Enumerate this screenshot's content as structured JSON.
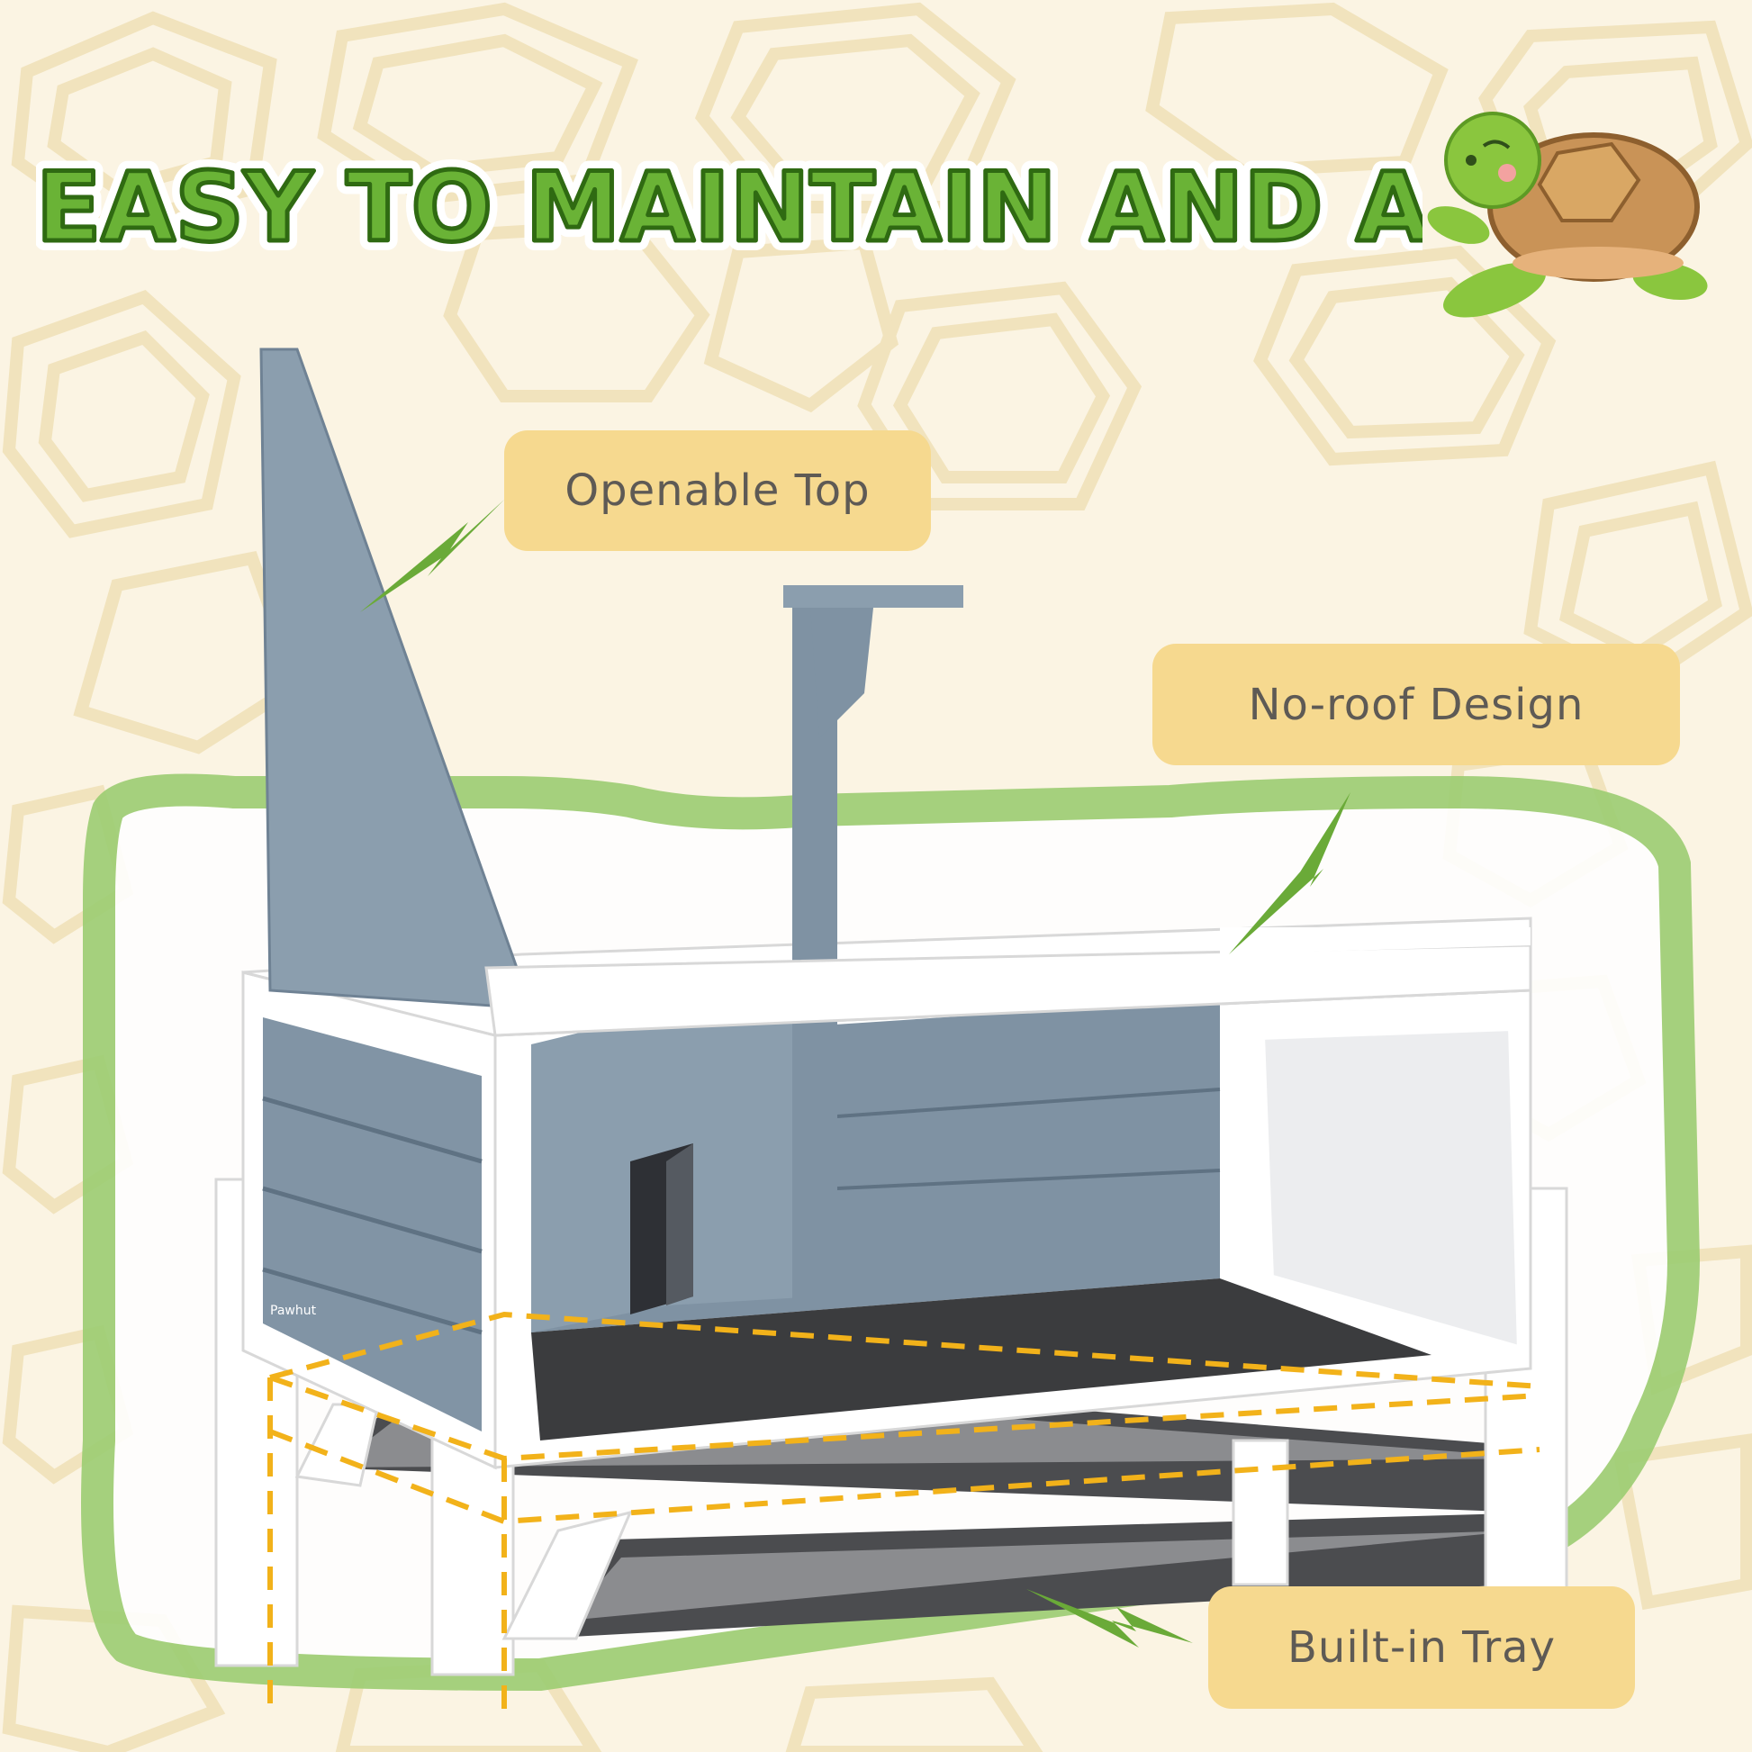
{
  "headline": "EASY TO MAINTAIN AND ACCESS",
  "brand": "Pawhut",
  "callouts": {
    "openable_top": "Openable Top",
    "no_roof": "No-roof Design",
    "built_in_tray": "Built-in Tray"
  },
  "colors": {
    "background": "#fbf4e3",
    "pattern": "#f1e3bd",
    "headline_green": "#6ab336",
    "headline_outline": "#2f6a12",
    "callout_fill": "#f6d98f",
    "callout_text": "#5e5a55",
    "frame_green": "#9ccd72",
    "wood_gray": "#8194a5",
    "wood_dark": "#5f7283",
    "frame_white": "#ffffff",
    "floor": "#3b3c3e",
    "dashed_line": "#f2b21a",
    "arrow_green": "#6aaa38"
  },
  "icons": [
    "turtle-icon",
    "arrow-icon"
  ]
}
